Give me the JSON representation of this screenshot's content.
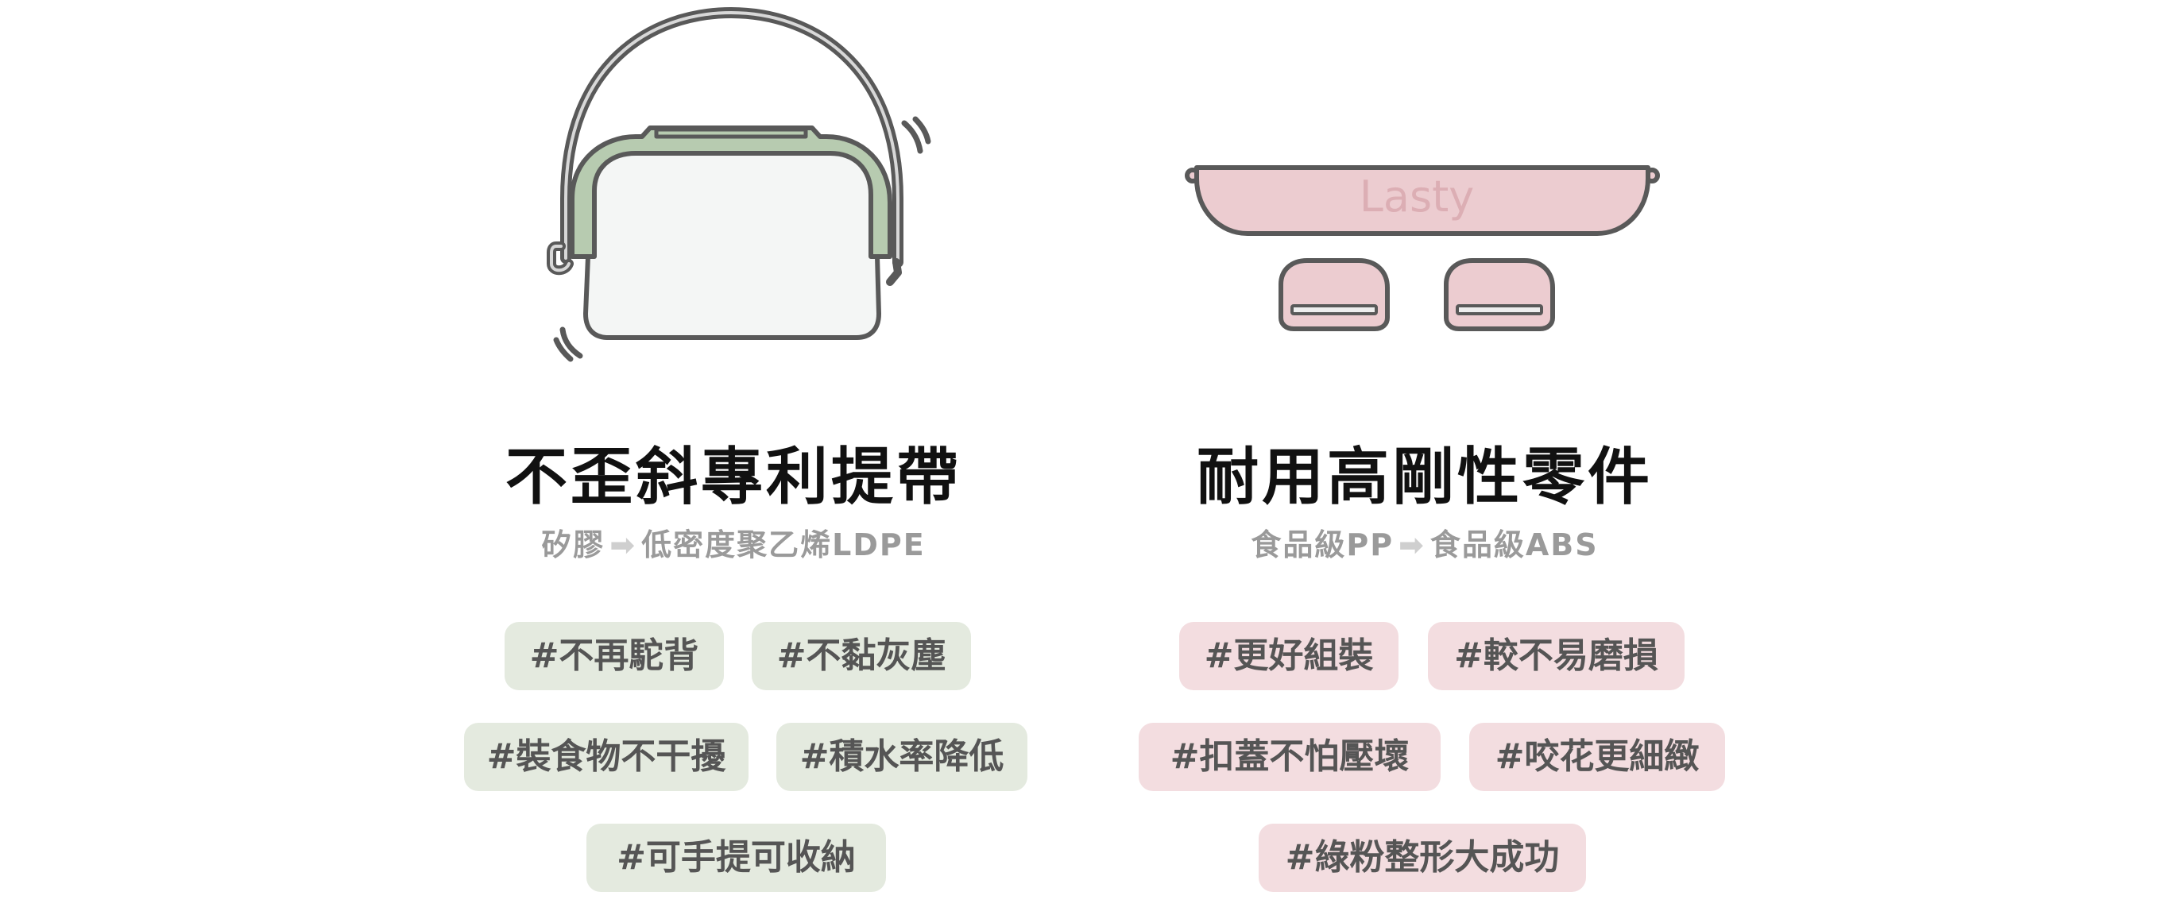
{
  "left": {
    "title": "不歪斜專利提帶",
    "from": "矽膠",
    "to": "低密度聚乙烯LDPE",
    "tags": [
      "#不再駝背",
      "#不黏灰塵",
      "#裝食物不干擾",
      "#積水率降低",
      "#可手提可收納"
    ]
  },
  "right": {
    "title": "耐用高剛性零件",
    "from": "食品級PP",
    "to": "食品級ABS",
    "logo_text": "Lasty",
    "tags": [
      "#更好組裝",
      "#較不易磨損",
      "#扣蓋不怕壓壞",
      "#咬花更細緻",
      "#綠粉整形大成功"
    ]
  },
  "arrow": "➡",
  "colors": {
    "green": "#b7cbb0",
    "green_tag": "#e4eadf",
    "pink": "#ecccd0",
    "pink_tag": "#f3dde0",
    "stroke": "#595959"
  }
}
